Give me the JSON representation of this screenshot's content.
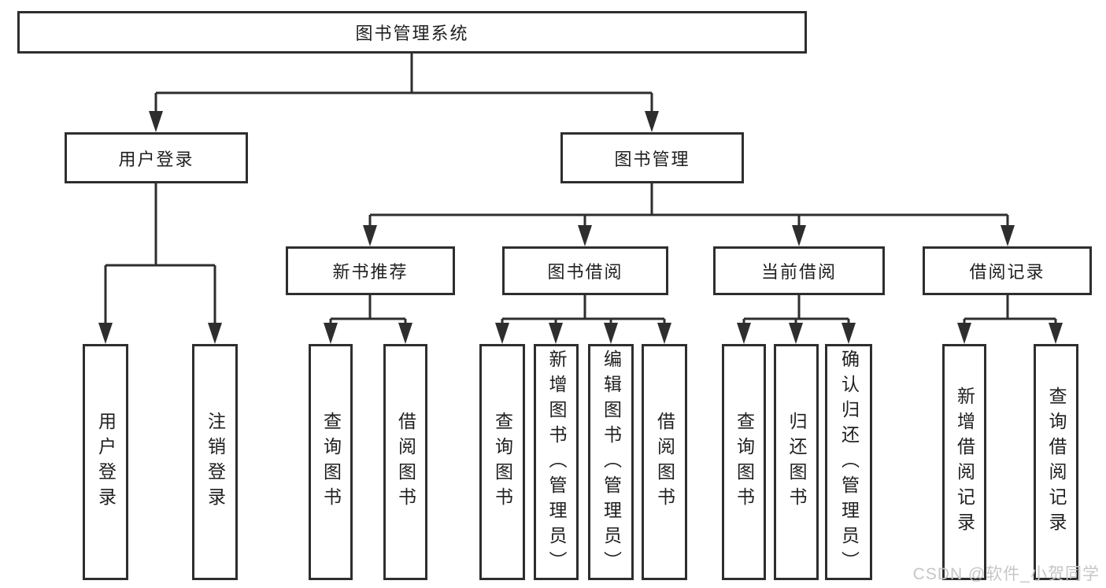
{
  "diagram": {
    "root": {
      "label": "图书管理系统"
    },
    "branches": [
      {
        "label": "用户登录",
        "children": [
          {
            "label": "用户登录"
          },
          {
            "label": "注销登录"
          }
        ]
      },
      {
        "label": "图书管理",
        "children": [
          {
            "label": "新书推荐",
            "children": [
              {
                "label": "查询图书"
              },
              {
                "label": "借阅图书"
              }
            ]
          },
          {
            "label": "图书借阅",
            "children": [
              {
                "label": "查询图书"
              },
              {
                "label": "新增图书（管理员）"
              },
              {
                "label": "编辑图书（管理员）"
              },
              {
                "label": "借阅图书"
              }
            ]
          },
          {
            "label": "当前借阅",
            "children": [
              {
                "label": "查询图书"
              },
              {
                "label": "归还图书"
              },
              {
                "label": "确认归还（管理员）"
              }
            ]
          },
          {
            "label": "借阅记录",
            "children": [
              {
                "label": "新增借阅记录"
              },
              {
                "label": "查询借阅记录"
              }
            ]
          }
        ]
      }
    ]
  },
  "watermark": {
    "text": "CSDN @软件_小贺同学"
  },
  "colors": {
    "line": "#2e2e2e",
    "box_border": "#2e2e2e",
    "text": "#1f1f1f",
    "watermark": "#c6c6c6",
    "background": "#ffffff"
  }
}
